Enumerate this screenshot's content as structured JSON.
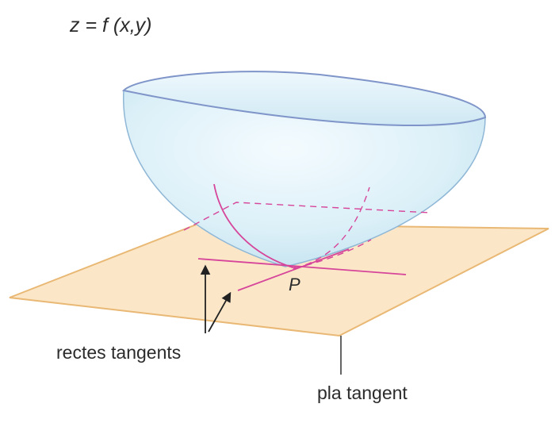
{
  "title": "z = f (x,y)",
  "point_label": "P",
  "tangent_lines_label": "rectes tangents",
  "tangent_plane_label": "pla tangent",
  "colors": {
    "plane_fill": "#fbe7c8",
    "plane_edge": "#e9b874",
    "bowl_fill": "#d9eef7",
    "bowl_rim": "#7f95c9",
    "curve": "#d6459a",
    "arrow": "#222222"
  }
}
